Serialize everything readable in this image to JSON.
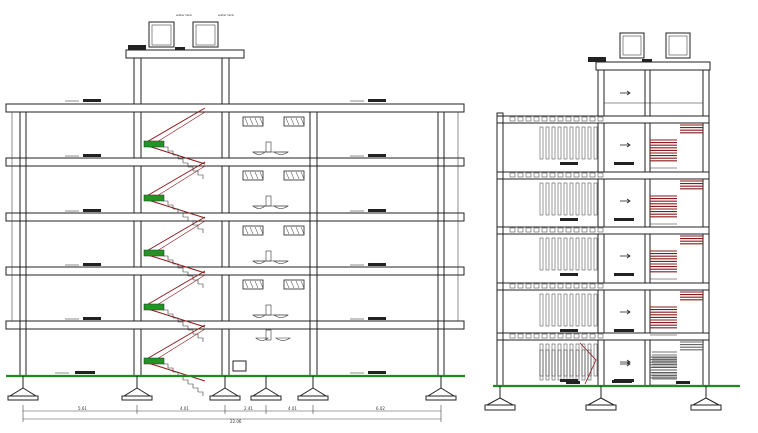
{
  "drawing": {
    "front_elevation": {
      "floors": 5,
      "dimensions": [
        "5.61",
        "4.01",
        "2.41",
        "4.01",
        "6.02"
      ],
      "overall_dimension": "22.06",
      "tank_label": "water tank"
    },
    "side_elevation": {
      "floors": 5,
      "tank_label": ""
    },
    "colors": {
      "ground": "#1f8a1f",
      "stair_green": "#2bb52b",
      "stair_red": "#8b1a1a",
      "line": "#222222"
    }
  }
}
